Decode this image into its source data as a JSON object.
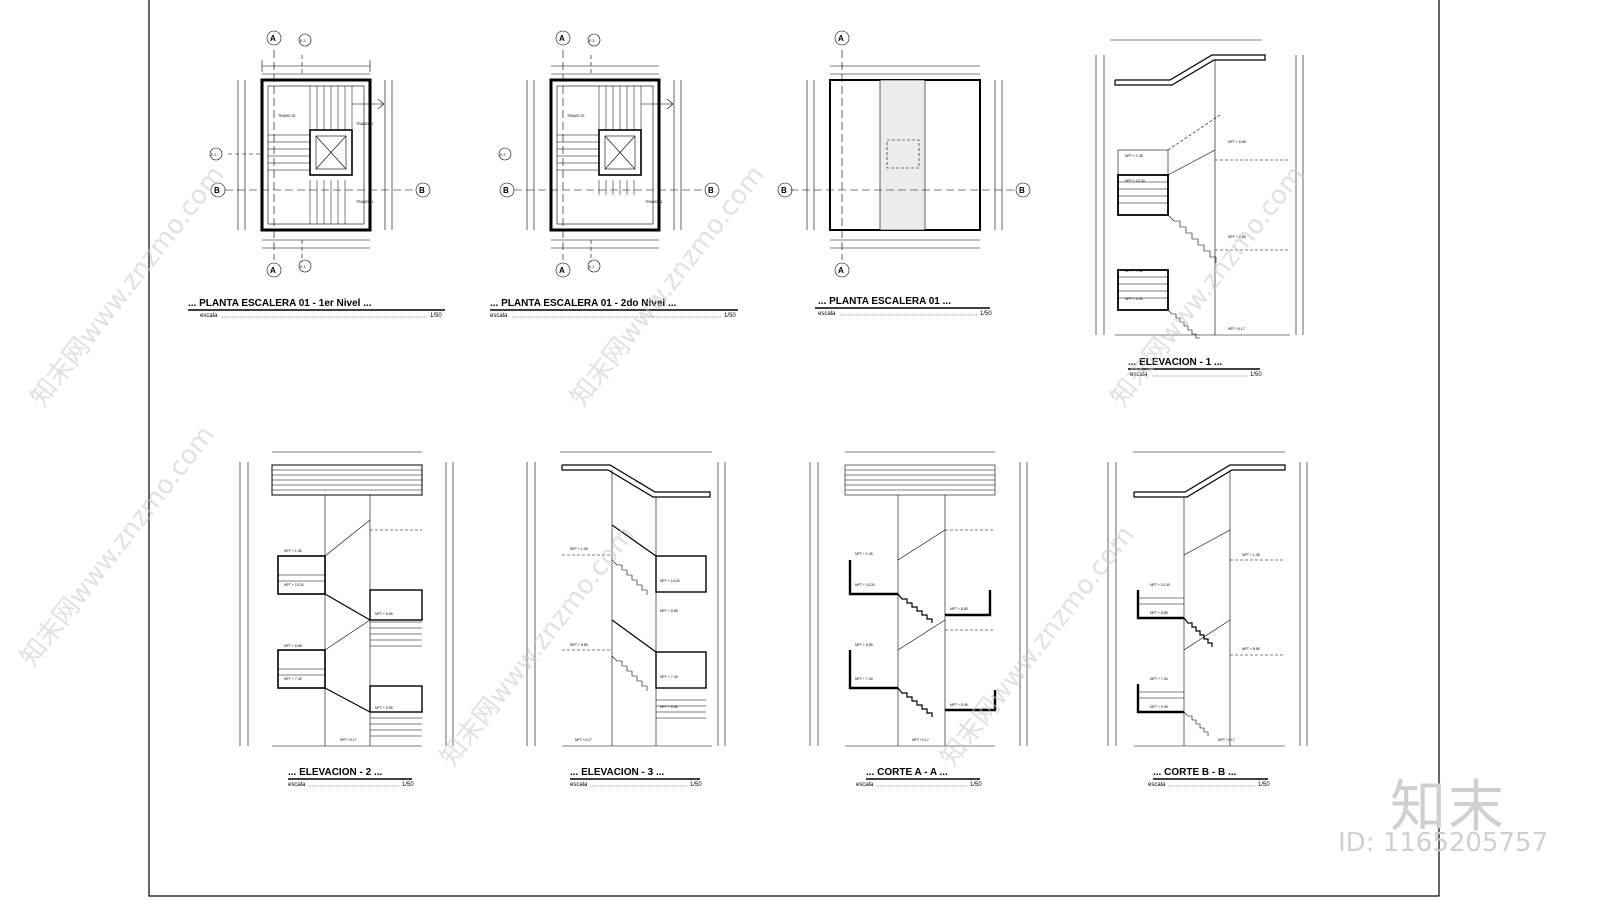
{
  "sheet": {
    "scale_word": "escala",
    "scale_value": "1/50"
  },
  "views": [
    {
      "title": "... PLANTA ESCALERA 01 - 1er Nivel ..."
    },
    {
      "title": "... PLANTA ESCALERA 01 - 2do Nivel ..."
    },
    {
      "title": "... PLANTA ESCALERA 01 ..."
    },
    {
      "title": "... ELEVACION - 1 ..."
    },
    {
      "title": "... ELEVACION - 2 ..."
    },
    {
      "title": "... ELEVACION - 3 ..."
    },
    {
      "title": "... CORTE A - A ..."
    },
    {
      "title": "... CORTE B - B ..."
    }
  ],
  "section_marks": {
    "a": "A",
    "b": "B",
    "e1": "E-1",
    "e2": "E-2",
    "e3": "E-3"
  },
  "plan_notes": {
    "tramo_01": "TRAMO 01",
    "tramo_02": "TRAMO 02"
  },
  "level_marks": {
    "l1": "NPT + 1.35",
    "l2": "NPT + 10.30",
    "l3": "NPT + 8.85",
    "l4": "NPT + 7.40",
    "l5": "NPT + 5.95",
    "l6": "NPT +0.17"
  },
  "watermark": {
    "logo": "知末",
    "id": "ID: 1165205757",
    "site": "知末网www.znzmo.com"
  }
}
